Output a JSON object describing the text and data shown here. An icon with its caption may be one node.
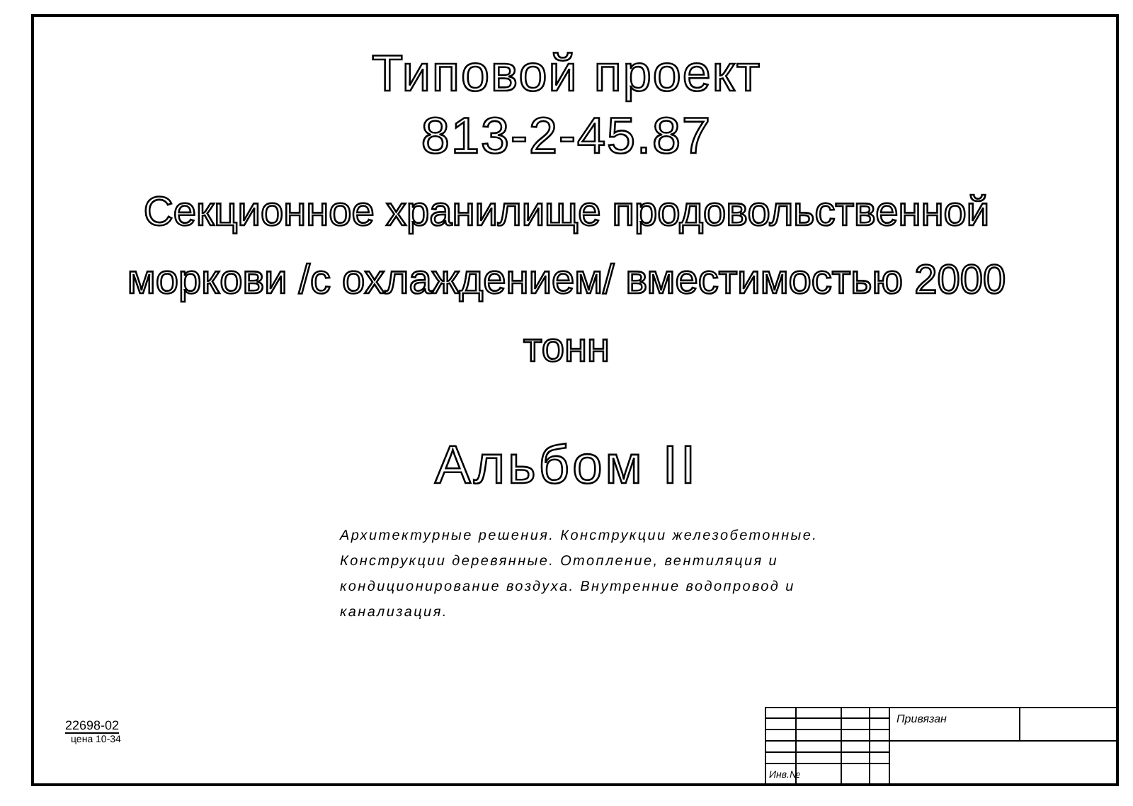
{
  "diagram": {
    "title": "Типовой проект 813-2-45.87",
    "labels": [
      "Секционное хранилище продовольственной моркови /с охлаждением/ вместимостью 2000 тонн",
      "Альбом II",
      "Архитектурные решения. Конструкции железобетонные. Конструкции деревянные. Отопление, вентиляция и кондиционирование воздуха. Внутренние водопровод и канализация.",
      "22698-02",
      "цена 10-34",
      "Привязан",
      "Инв.№"
    ]
  }
}
